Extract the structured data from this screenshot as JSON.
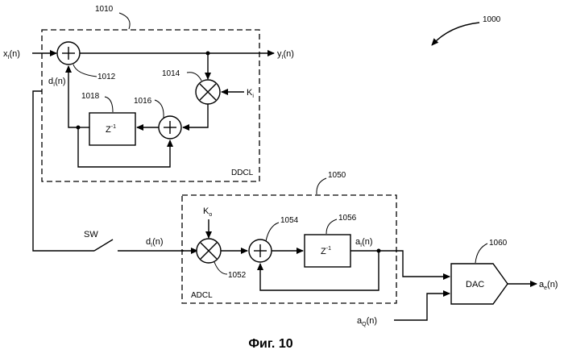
{
  "figure": {
    "ref_main": "1000",
    "caption": "Фиг. 10"
  },
  "ddcl": {
    "ref": "1010",
    "label": "DDCL",
    "adder1_ref": "1012",
    "mult_ref": "1014",
    "adder2_ref": "1016",
    "delay_ref": "1018",
    "delay_label": "Z",
    "delay_exp": "-1",
    "input_base": "x",
    "input_sub": "I",
    "input_arg": "(n)",
    "output_base": "y",
    "output_sub": "I",
    "output_arg": "(n)",
    "err_base": "d",
    "err_sub": "I",
    "err_arg": "(n)",
    "gain_base": "K",
    "gain_sub": "i"
  },
  "adcl": {
    "ref": "1050",
    "label": "ADCL",
    "mult_ref": "1052",
    "adder_ref": "1054",
    "delay_ref": "1056",
    "delay_label": "Z",
    "delay_exp": "-1",
    "gain_base": "K",
    "gain_sub": "o",
    "in_base": "d",
    "in_sub": "I",
    "in_arg": "(n)",
    "out_base": "a",
    "out_sub": "I",
    "out_arg": "(n)"
  },
  "switch": {
    "label": "SW"
  },
  "dac": {
    "ref": "1060",
    "label": "DAC",
    "q_base": "a",
    "q_sub": "Q",
    "q_arg": "(n)",
    "out_base": "a",
    "out_sub": "e",
    "out_arg": "(n)"
  }
}
